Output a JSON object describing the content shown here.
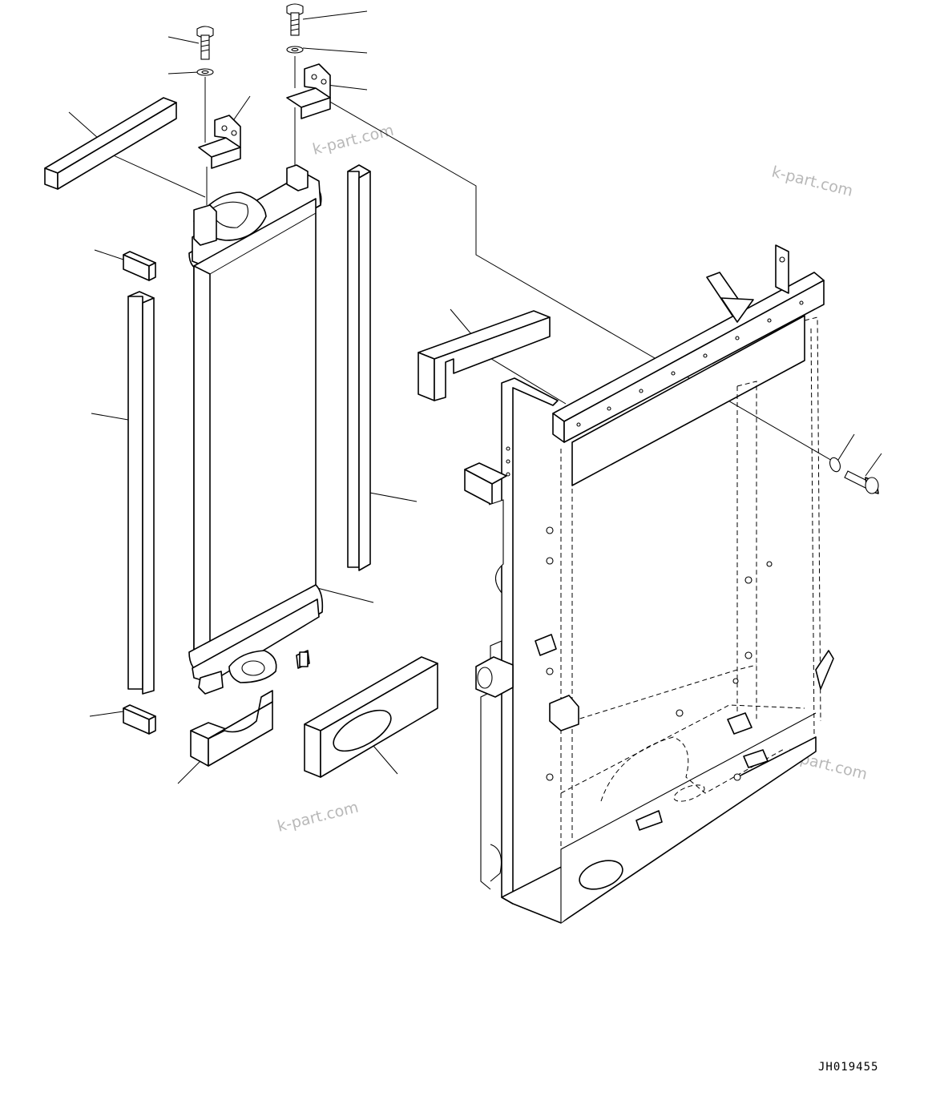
{
  "drawing": {
    "number": "JH019455"
  },
  "watermarks": [
    "k-part.com",
    "k-part.com",
    "k-part.com",
    "k-part.com"
  ]
}
